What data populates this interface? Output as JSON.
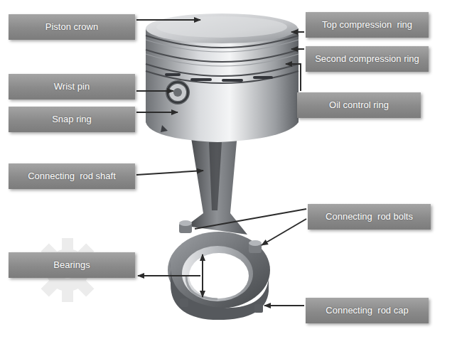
{
  "diagram": {
    "nodes": [
      {
        "text": [
          "Piston crown"
        ]
      },
      {
        "text": [
          "Top compression  ring"
        ]
      },
      {
        "text": [
          "Second compression ring"
        ]
      },
      {
        "text": [
          "Wrist pin"
        ]
      },
      {
        "text": [
          "Oil control ring"
        ]
      },
      {
        "text": [
          "Snap ring"
        ]
      },
      {
        "text": [
          "Connecting  rod shaft"
        ]
      },
      {
        "text": [
          "Connecting  rod bolts"
        ]
      },
      {
        "text": [
          "Bearings"
        ]
      },
      {
        "text": [
          "Connecting  rod cap"
        ]
      }
    ]
  }
}
